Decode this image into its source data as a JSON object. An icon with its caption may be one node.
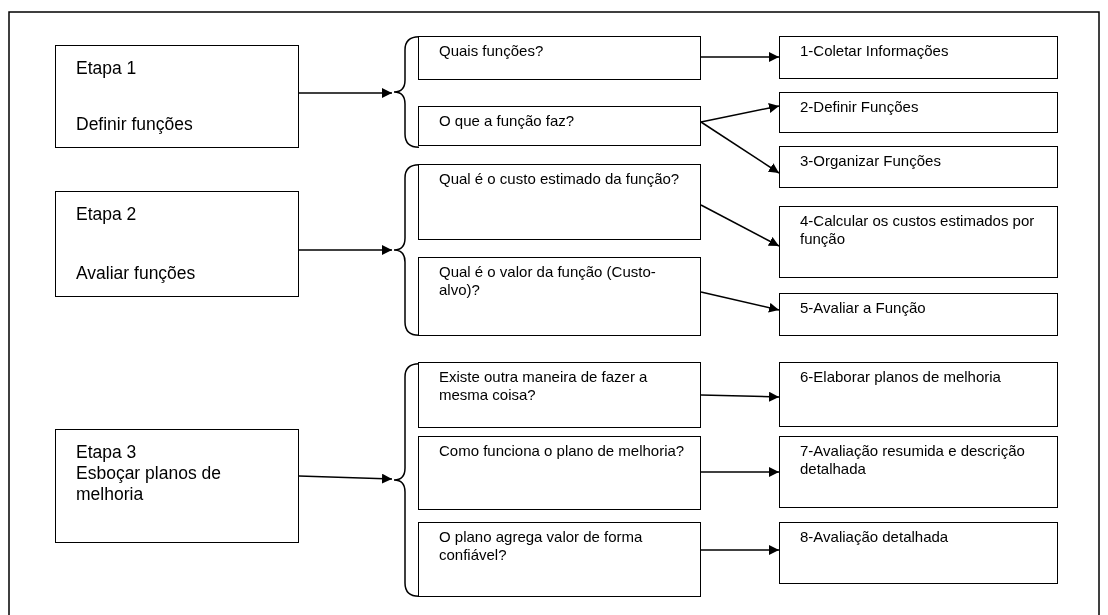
{
  "diagram": {
    "nodes": [
      {
        "text": [
          "Etapa 1",
          "Definir funções"
        ]
      },
      {
        "text": [],
        "shape": "brace"
      },
      {
        "text": [
          "Quais funções?"
        ]
      },
      {
        "text": [
          "O que a função faz?"
        ]
      },
      {
        "text": [
          "1-Coletar Informações"
        ]
      },
      {
        "text": [
          "2-Definir Funções"
        ]
      },
      {
        "text": [
          "3-Organizar Funções"
        ]
      },
      {
        "text": [
          "Etapa 2",
          "Avaliar funções"
        ]
      },
      {
        "text": [],
        "shape": "brace"
      },
      {
        "text": [
          "Qual é o custo estimado da função?"
        ]
      },
      {
        "text": [
          "Qual é o valor da função (Custo-alvo)?"
        ]
      },
      {
        "text": [
          "4-Calcular os custos estimados por função"
        ]
      },
      {
        "text": [
          "5-Avaliar a Função"
        ]
      },
      {
        "text": [
          "Etapa 3",
          "Esboçar planos de melhoria"
        ]
      },
      {
        "text": [],
        "shape": "brace"
      },
      {
        "text": [
          "Existe outra maneira de fazer a mesma coisa?"
        ]
      },
      {
        "text": [
          "Como funciona o plano de melhoria?"
        ]
      },
      {
        "text": [
          "O plano agrega valor de forma confiável?"
        ]
      },
      {
        "text": [
          "6-Elaborar planos de melhoria"
        ]
      },
      {
        "text": [
          "7-Avaliação resumida e descrição detalhada"
        ]
      },
      {
        "text": [
          "8-Avaliação detalhada"
        ]
      }
    ],
    "edges": [
      {
        "from": 0,
        "to": 1,
        "arrow": "to"
      },
      {
        "from": 7,
        "to": 8,
        "arrow": "to"
      },
      {
        "from": 13,
        "to": 14,
        "arrow": "to"
      },
      {
        "from": 2,
        "to": 4,
        "arrow": "to"
      },
      {
        "from": 3,
        "to": 5,
        "arrow": "to"
      },
      {
        "from": 3,
        "to": 6,
        "arrow": "to"
      },
      {
        "from": 9,
        "to": 11,
        "arrow": "to"
      },
      {
        "from": 10,
        "to": 12,
        "arrow": "to"
      },
      {
        "from": 15,
        "to": 18,
        "arrow": "to"
      },
      {
        "from": 16,
        "to": 19,
        "arrow": "to"
      },
      {
        "from": 17,
        "to": 20,
        "arrow": "to"
      }
    ]
  }
}
